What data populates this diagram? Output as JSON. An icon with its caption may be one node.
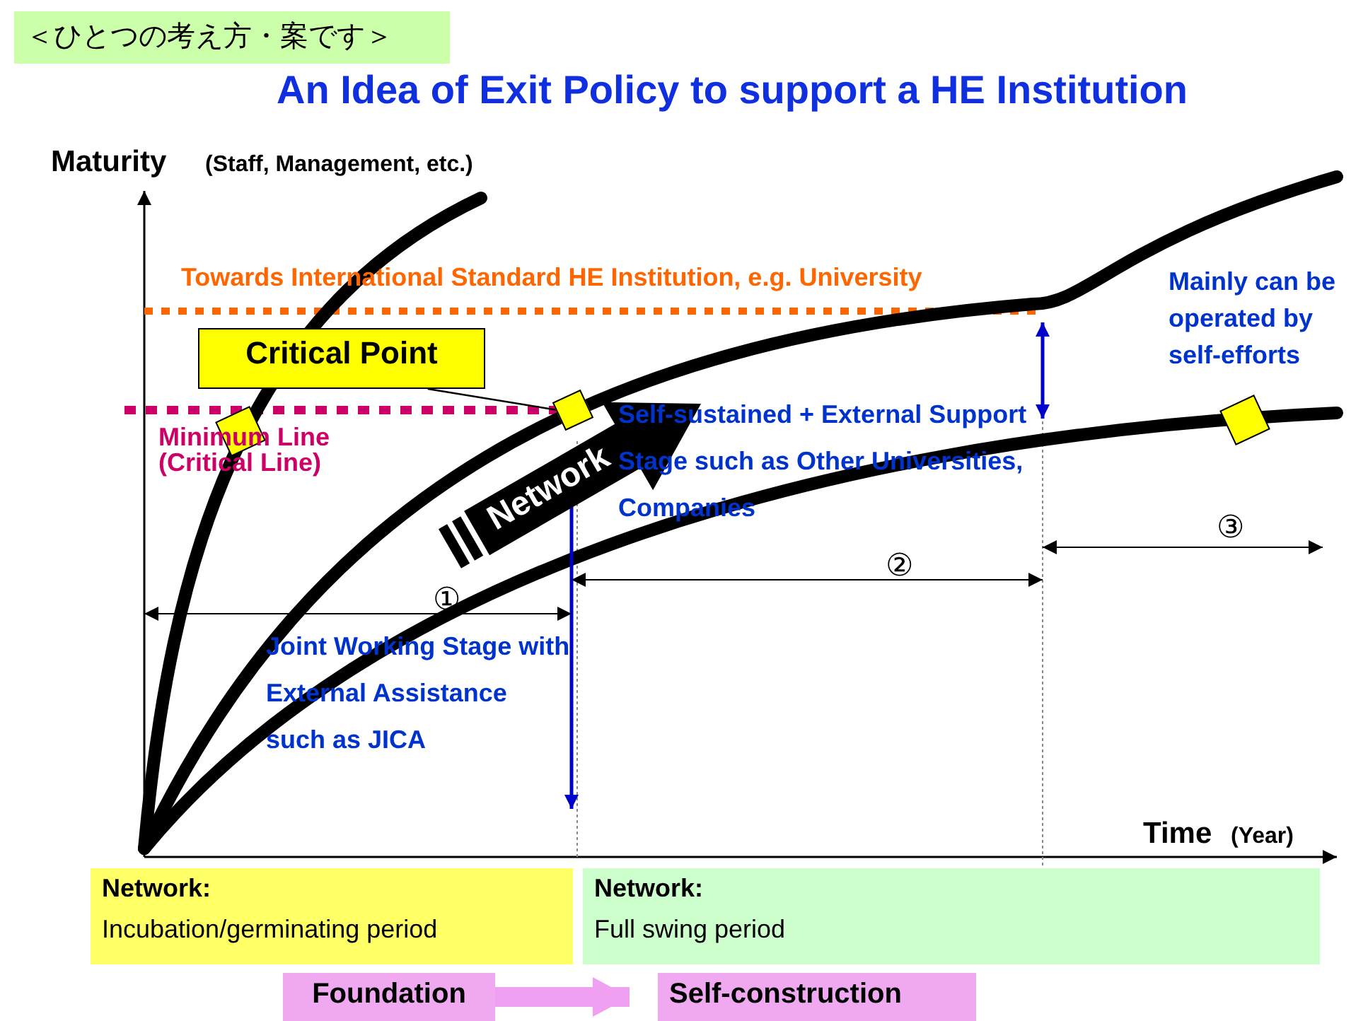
{
  "diagram": {
    "title": "An Idea of Exit Policy to support a HE Institution",
    "nodes": [
      {
        "text": [
          "＜ひとつの考え方・案です＞"
        ]
      },
      {
        "text": [
          "Critical Point"
        ]
      },
      {
        "text": [],
        "shape": "box"
      },
      {
        "text": [
          "Network:",
          "Incubation/germinating period"
        ]
      },
      {
        "text": [
          "Network:",
          "Full swing period"
        ]
      },
      {
        "text": [
          "Foundation"
        ]
      },
      {
        "text": [
          "Self-construction"
        ]
      }
    ],
    "edges": [
      {
        "from": 1,
        "to": 2,
        "arrow": "none"
      },
      {
        "from": 5,
        "to": 6,
        "arrow": "to",
        "style": "thick",
        "color": "#f0a0f0"
      }
    ],
    "labels": [
      "Maturity",
      "(Staff, Management, etc.)",
      "Towards International Standard HE Institution, e.g. University",
      "Mainly can be operated by self-efforts",
      "Minimum Line (Critical Line)",
      "Network",
      "Self-sustained + External Support Stage such as Other Universities, Companies",
      "③",
      "②",
      "①",
      "Joint Working Stage with External Assistance such as JICA",
      "Time",
      "(Year)"
    ]
  }
}
